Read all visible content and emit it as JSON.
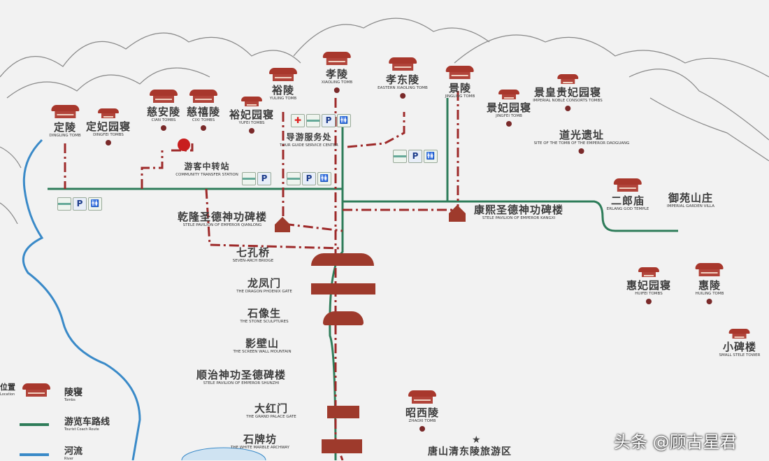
{
  "map": {
    "area_name": "唐山清东陵旅游区",
    "colors": {
      "route": "#2f7d5a",
      "walk": "#9e2a2a",
      "river": "#3a8ac8",
      "tomb": "#a8372c"
    },
    "sites": [
      {
        "cn": "定陵",
        "en": "Dingling Tomb"
      },
      {
        "cn": "定妃园寝",
        "en": "Dingfei Tombs"
      },
      {
        "cn": "慈安陵",
        "en": "Cian Tombs"
      },
      {
        "cn": "慈禧陵",
        "en": "Cixi Tombs"
      },
      {
        "cn": "裕妃园寝",
        "en": "Yufei Tombs"
      },
      {
        "cn": "裕陵",
        "en": "Yuling Tomb"
      },
      {
        "cn": "孝陵",
        "en": "Xiaoling Tomb"
      },
      {
        "cn": "孝东陵",
        "en": "Eastern Xiaoling Tomb"
      },
      {
        "cn": "景陵",
        "en": "Jingling Tomb"
      },
      {
        "cn": "景妃园寝",
        "en": "Jingfei Tomb"
      },
      {
        "cn": "景皇贵妃园寝",
        "en": "Imperial Noble Consorts Tombs"
      },
      {
        "cn": "道光遗址",
        "en": "Site of the Tomb of the Emperor Daoguang"
      },
      {
        "cn": "二郎庙",
        "en": "Erlang God Temple"
      },
      {
        "cn": "御苑山庄",
        "en": "Imperial Garden Villa"
      },
      {
        "cn": "康熙圣德神功碑楼",
        "en": "Stele Pavilion of Emperor Kangxi"
      },
      {
        "cn": "乾隆圣德神功碑楼",
        "en": "Stele Pavilion of Emperor Qianlong"
      },
      {
        "cn": "七孔桥",
        "en": "Seven-Arch Bridge"
      },
      {
        "cn": "龙凤门",
        "en": "The Dragon Phoenix Gate"
      },
      {
        "cn": "石像生",
        "en": "The Stone Sculptures"
      },
      {
        "cn": "影壁山",
        "en": "The Screen Wall Mountain"
      },
      {
        "cn": "顺治神功圣德碑楼",
        "en": "Stele Pavilion of Emperor Shunzhi"
      },
      {
        "cn": "大红门",
        "en": "The Grand Palace Gate"
      },
      {
        "cn": "石牌坊",
        "en": "The White Marble Archway"
      },
      {
        "cn": "惠妃园寝",
        "en": "Huifei Tombs"
      },
      {
        "cn": "惠陵",
        "en": "Huiling Tomb"
      },
      {
        "cn": "小碑楼",
        "en": "Small Stele Tower"
      },
      {
        "cn": "昭西陵",
        "en": "Zhaoxi Tomb"
      }
    ],
    "services": {
      "guide_center": {
        "cn": "导游服务处",
        "en": "Tour Guide Service Center"
      },
      "transfer_station": {
        "cn": "游客中转站",
        "en": "Community Transfer Station"
      },
      "parking": "P"
    },
    "legend": [
      {
        "cn": "陵寝",
        "en": "Tombs"
      },
      {
        "cn": "游览车路线",
        "en": "Tourist Coach Route"
      },
      {
        "cn": "河流",
        "en": "River"
      },
      {
        "cn": "位置",
        "en": "Location"
      }
    ]
  },
  "watermark": "头条 @顾古星君"
}
